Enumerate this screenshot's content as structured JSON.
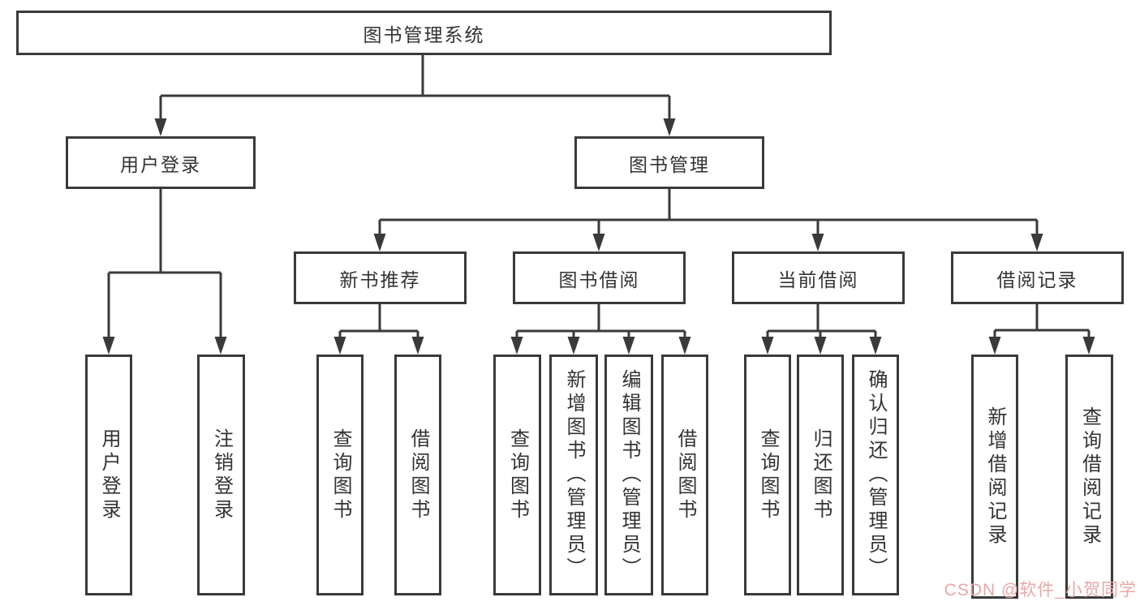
{
  "diagram": {
    "root": {
      "label": "图书管理系统"
    },
    "level2": [
      {
        "label": "用户登录"
      },
      {
        "label": "图书管理"
      }
    ],
    "level3": [
      {
        "label": "新书推荐"
      },
      {
        "label": "图书借阅"
      },
      {
        "label": "当前借阅"
      },
      {
        "label": "借阅记录"
      }
    ],
    "leaves": {
      "login": [
        {
          "label": "用户登录"
        },
        {
          "label": "注销登录"
        }
      ],
      "recommend": [
        {
          "label": "查询图书"
        },
        {
          "label": "借阅图书"
        }
      ],
      "borrow": [
        {
          "label": "查询图书"
        },
        {
          "label": "新增图书（管理员）"
        },
        {
          "label": "编辑图书（管理员）"
        },
        {
          "label": "借阅图书"
        }
      ],
      "current": [
        {
          "label": "查询图书"
        },
        {
          "label": "归还图书"
        },
        {
          "label": "确认归还（管理员）"
        }
      ],
      "records": [
        {
          "label": "新增借阅记录"
        },
        {
          "label": "查询借阅记录"
        }
      ]
    }
  },
  "watermark": {
    "text": "CSDN @软件_小贺同学",
    "color": "#e9a7a7"
  },
  "colors": {
    "line": "#3a3a3a",
    "text": "#333333",
    "background": "#ffffff"
  }
}
